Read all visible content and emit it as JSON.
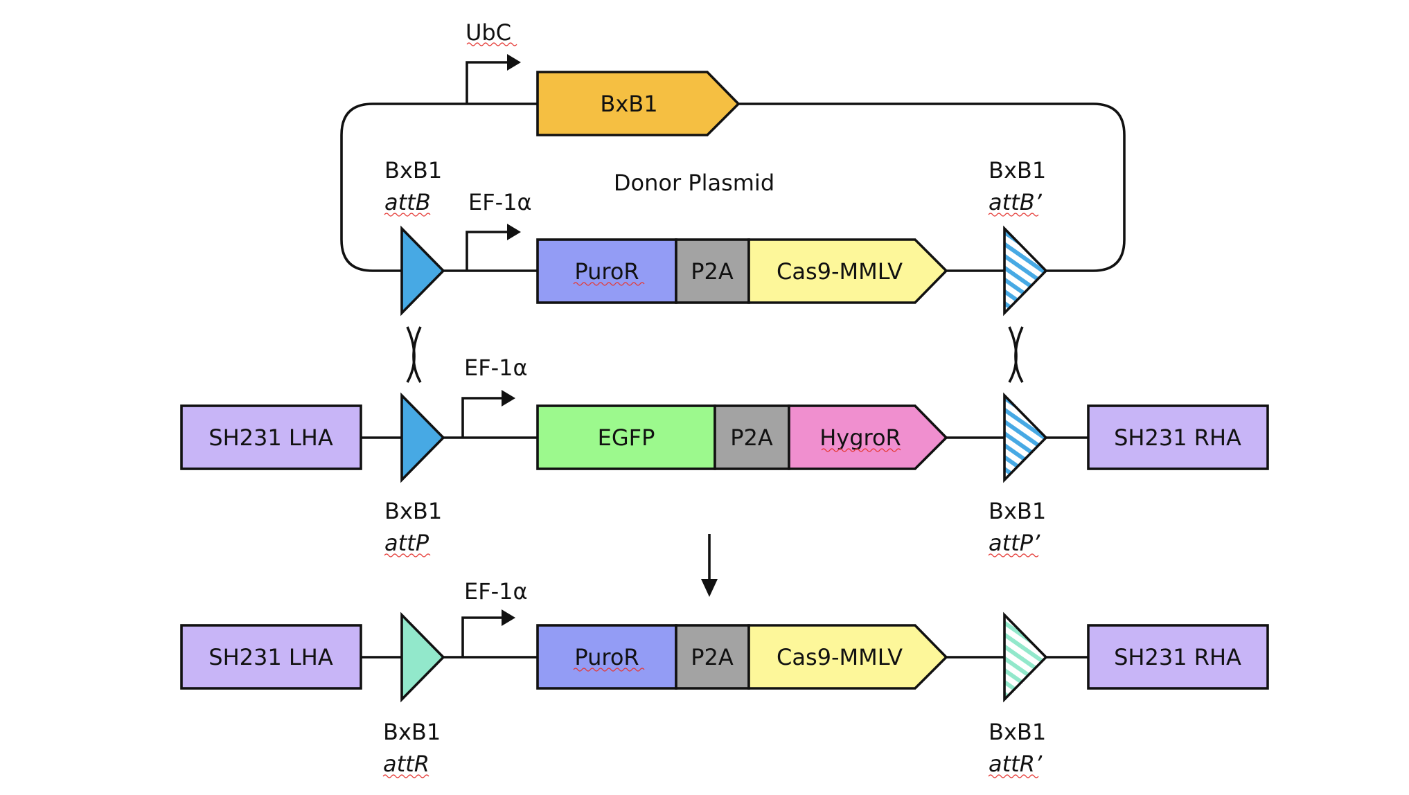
{
  "colors": {
    "ubc_bxb1": "#f5bf42",
    "puror": "#939cf5",
    "p2a": "#a3a3a3",
    "cas9": "#fdf79a",
    "egfp": "#9cf98d",
    "hygror": "#f08fcf",
    "homology_arm": "#c8b5f7",
    "attB_attP": "#47a9e4",
    "attR": "#92e8cb",
    "line": "#111111"
  },
  "plasmid": {
    "title": "Donor Plasmid",
    "ubc_label": "UbC",
    "bxb1_gene": "BxB1",
    "ef1a_label": "EF-1α",
    "puror": "PuroR",
    "p2a": "P2A",
    "cas9": "Cas9-MMLV",
    "attB_left": {
      "top": "BxB1",
      "bottom": "attB"
    },
    "attB_right": {
      "top": "BxB1",
      "bottom": "attB’"
    }
  },
  "landing": {
    "lha": "SH231 LHA",
    "rha": "SH231 RHA",
    "ef1a_label": "EF-1α",
    "egfp": "EGFP",
    "p2a": "P2A",
    "hygror": "HygroR",
    "attP_left": {
      "top": "BxB1",
      "bottom": "attP"
    },
    "attP_right": {
      "top": "BxB1",
      "bottom": "attP’"
    }
  },
  "product": {
    "lha": "SH231 LHA",
    "rha": "SH231 RHA",
    "ef1a_label": "EF-1α",
    "puror": "PuroR",
    "p2a": "P2A",
    "cas9": "Cas9-MMLV",
    "attR_left": {
      "top": "BxB1",
      "bottom": "attR"
    },
    "attR_right": {
      "top": "BxB1",
      "bottom": "attR’"
    }
  }
}
